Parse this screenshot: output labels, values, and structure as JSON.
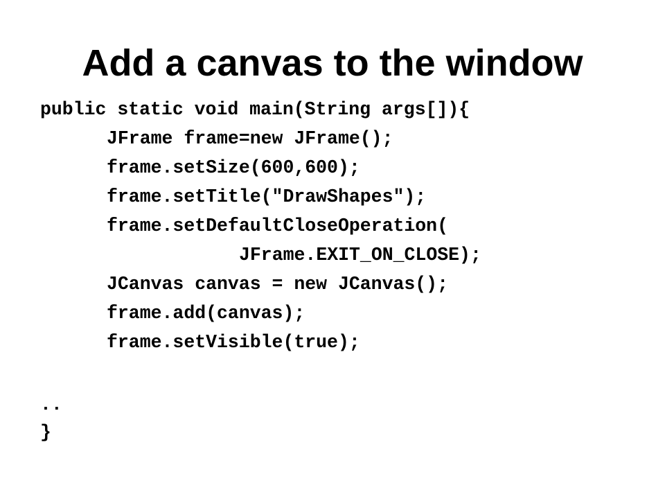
{
  "slide": {
    "title": "Add a canvas to the window",
    "code_lines": [
      {
        "text": "public static void main(String args[]){"
      },
      {
        "text": "JFrame frame=new JFrame();"
      },
      {
        "text": "frame.setSize(600,600);"
      },
      {
        "text": "frame.setTitle(\"DrawShapes\");"
      },
      {
        "text": "frame.setDefaultCloseOperation("
      },
      {
        "text": "JFrame.EXIT_ON_CLOSE);"
      },
      {
        "text": "JCanvas canvas = new JCanvas();"
      },
      {
        "text": "frame.add(canvas);"
      },
      {
        "text": "frame.setVisible(true);"
      },
      {
        "text": ".."
      },
      {
        "text": "}"
      }
    ]
  }
}
